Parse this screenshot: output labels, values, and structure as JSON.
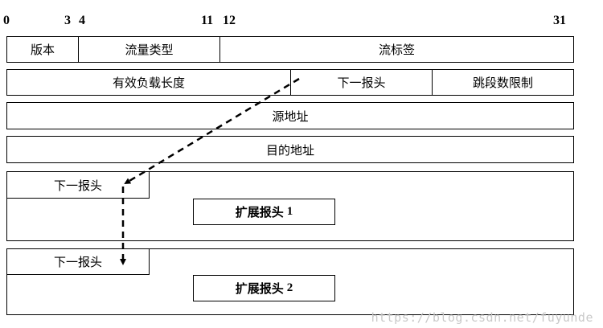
{
  "bit_positions": {
    "b0": "0",
    "b3": "3",
    "b4": "4",
    "b11": "11",
    "b12": "12",
    "b31": "31"
  },
  "row1": {
    "version": "版本",
    "traffic_class": "流量类型",
    "flow_label": "流标签"
  },
  "row2": {
    "payload_length": "有效负载长度",
    "next_header": "下一报头",
    "hop_limit": "跳段数限制"
  },
  "source_address": "源地址",
  "destination_address": "目的地址",
  "ext1": {
    "next_header": "下一报头",
    "name": "扩展报头",
    "index": "1"
  },
  "ext2": {
    "next_header": "下一报头",
    "name": "扩展报头",
    "index": "2"
  },
  "watermark": "https://blog.csdn.net/fuyunde"
}
